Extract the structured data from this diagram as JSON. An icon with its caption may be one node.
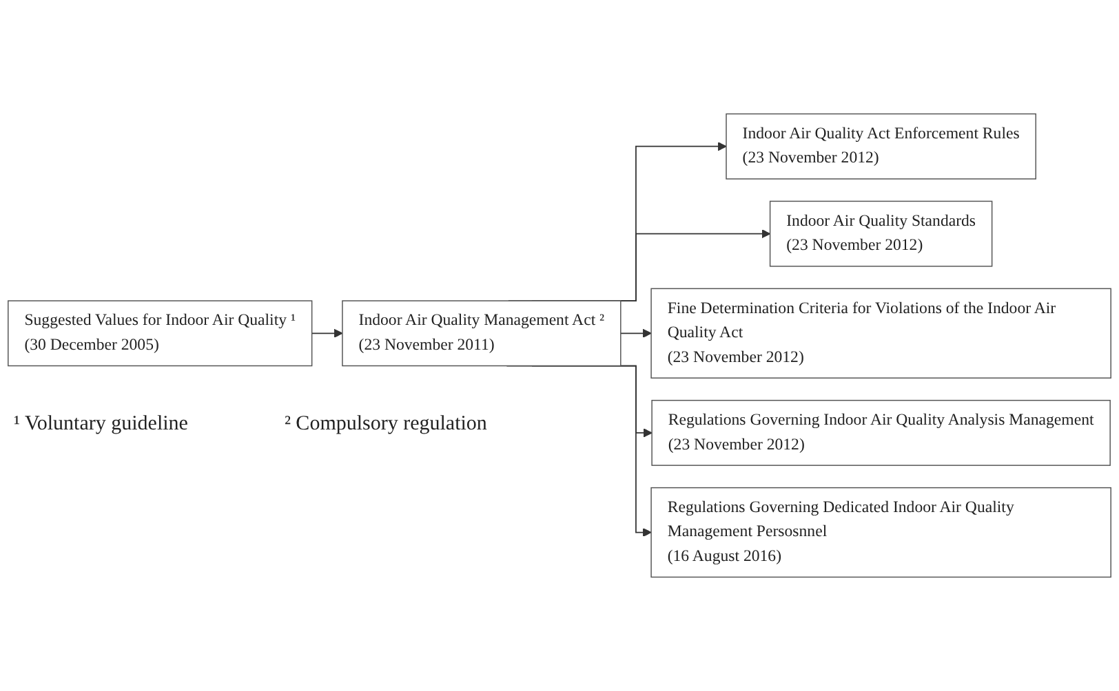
{
  "diagram": {
    "nodes": [
      {
        "text": [
          "Suggested Values for Indoor Air Quality ¹",
          "(30 December 2005)"
        ]
      },
      {
        "text": [
          "Indoor Air Quality Management Act ²",
          "(23 November 2011)"
        ]
      },
      {
        "text": [
          "Indoor Air Quality Act Enforcement Rules",
          "(23 November 2012)"
        ]
      },
      {
        "text": [
          "Indoor Air Quality Standards",
          "(23 November 2012)"
        ]
      },
      {
        "text": [
          "Fine Determination Criteria for Violations of the Indoor Air Quality Act",
          "(23 November 2012)"
        ]
      },
      {
        "text": [
          "Regulations Governing Indoor Air Quality Analysis Management",
          "(23 November 2012)"
        ]
      },
      {
        "text": [
          "Regulations Governing Dedicated Indoor Air Quality Management Persosnnel",
          "(16 August 2016)"
        ]
      }
    ],
    "edges": [
      {
        "from": 0,
        "to": 1,
        "arrow": "to"
      },
      {
        "from": 1,
        "to": 2,
        "arrow": "to"
      },
      {
        "from": 1,
        "to": 3,
        "arrow": "to"
      },
      {
        "from": 1,
        "to": 4,
        "arrow": "to"
      },
      {
        "from": 1,
        "to": 5,
        "arrow": "to"
      },
      {
        "from": 1,
        "to": 6,
        "arrow": "to"
      }
    ],
    "labels": [
      "¹ Voluntary guideline",
      "² Compulsory regulation"
    ]
  }
}
